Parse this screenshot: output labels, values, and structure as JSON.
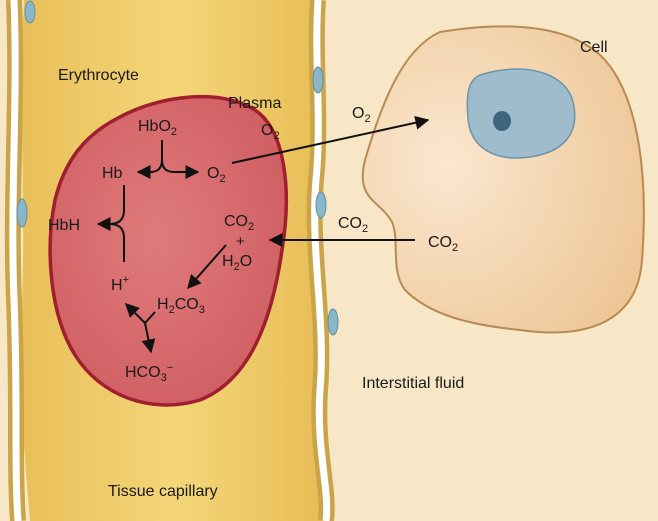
{
  "labels": {
    "erythrocyte": "Erythrocyte",
    "plasma": "Plasma",
    "cell": "Cell",
    "interstitial_fluid": "Interstitial fluid",
    "tissue_capillary": "Tissue capillary"
  },
  "species": {
    "hbo2": {
      "main": "HbO",
      "sub": "2"
    },
    "hb": "Hb",
    "hbh": "HbH",
    "o2_rbc": {
      "main": "O",
      "sub": "2"
    },
    "o2_plasma": {
      "main": "O",
      "sub": "2"
    },
    "o2_interstitial": {
      "main": "O",
      "sub": "2"
    },
    "co2_rbc": {
      "main": "CO",
      "sub": "2"
    },
    "plus": "+",
    "h2o": {
      "a": "H",
      "sub": "2",
      "b": "O"
    },
    "h_plus": {
      "main": "H",
      "sup": "+"
    },
    "h2co3": {
      "a": "H",
      "sub1": "2",
      "b": "CO",
      "sub2": "3"
    },
    "hco3": {
      "main": "HCO",
      "sub": "3",
      "sup": "−"
    },
    "co2_interstitial": {
      "main": "CO",
      "sub": "2"
    },
    "co2_cell": {
      "main": "CO",
      "sub": "2"
    }
  },
  "colors": {
    "background": "#f7e7c6",
    "capillary_fill": "#f1cd6c",
    "capillary_edge": "#c9a448",
    "endothelium": "#ffffff",
    "endothelium_nucleus": "#8ab6c9",
    "erythrocyte_fill": "#d97070",
    "erythrocyte_edge": "#9f1f2e",
    "cell_fill": "#f2cfa2",
    "cell_edge": "#b88a52",
    "nucleus_fill": "#9fbccd",
    "nucleolus": "#3f6680",
    "arrow": "#111111"
  }
}
